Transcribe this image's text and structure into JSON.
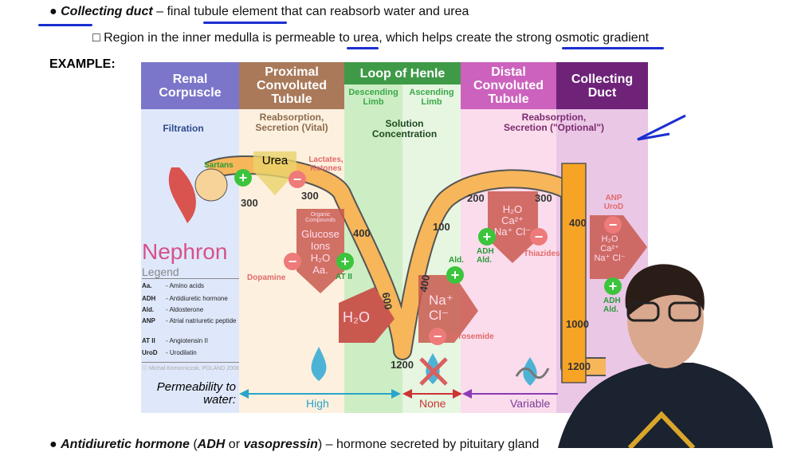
{
  "bullets": {
    "collecting_term": "Collecting duct",
    "collecting_rest": " – final tubule element that can ",
    "collecting_underlined": "reabsorb water and urea",
    "sub_prefix": "□ Region in the inner medulla is permeable ",
    "sub_underlined1": "to urea",
    "sub_mid": ", which helps create the strong ",
    "sub_underlined2": "osmotic gradient",
    "example": "EXAMPLE:",
    "adh_term": "Antidiuretic hormone",
    "adh_paren_open": " (",
    "adh_abbr": "ADH",
    "adh_or": " or ",
    "adh_alt": "vasopressin",
    "adh_rest": ") – hormone secreted by pituitary gland"
  },
  "diagram": {
    "headers": {
      "renal": "Renal Corpuscle",
      "pct": "Proximal Convoluted Tubule",
      "loop": "Loop of Henle",
      "descending": "Descending Limb",
      "ascending": "Ascending Limb",
      "dct": "Distal Convoluted Tubule",
      "cd": "Collecting Duct"
    },
    "functions": {
      "renal": "Filtration",
      "pct": "Reabsorption, Secretion (Vital)",
      "loop": "Solution Concentration",
      "dct_cd": "Reabsorption, Secretion (\"Optional\")"
    },
    "title": "Nephron",
    "legend_title": "Legend",
    "legend": [
      {
        "abbr": "Aa.",
        "desc": "- Amino acids"
      },
      {
        "abbr": "ADH",
        "desc": "- Antidiuretic hormone"
      },
      {
        "abbr": "Ald.",
        "desc": "- Aldosterone"
      },
      {
        "abbr": "ANP",
        "desc": "- Atrial natriuretic peptide"
      },
      {
        "abbr": "AT II",
        "desc": "- Angiotensin II"
      },
      {
        "abbr": "UroD",
        "desc": "- Urodilatin"
      }
    ],
    "credit": "Michał Komorniczak, POLAND 2008",
    "osmolarity": [
      "300",
      "300",
      "400",
      "600",
      "1200",
      "400",
      "100",
      "200",
      "300",
      "400",
      "1000",
      "1200"
    ],
    "substances": {
      "urea": "Urea",
      "organic": "Organic Compounds",
      "glucose": "Glucose",
      "ions": "Ions",
      "h2o": "H₂O",
      "aa": "Aa.",
      "loop_h2o": "H₂O",
      "nacl_na": "Na⁺",
      "nacl_cl": "Cl⁻",
      "dct_list": "H₂O Ca²⁺ Na⁺ Cl⁻",
      "cd_list": "H₂O Ca²⁺ Na⁺ Cl⁻"
    },
    "drugs": {
      "sartans": "Sartans",
      "lactates": "Lactates, Ketones",
      "dopamine": "Dopamine",
      "at2": "AT II",
      "ald": "Ald.",
      "furosemide": "Furosemide",
      "adh_ald": "ADH Ald.",
      "thiazides": "Thiazides",
      "anp": "ANP UroD",
      "cd_adh_ald": "ADH Ald."
    },
    "permeability": {
      "label": "Permeability to water:",
      "high": "High",
      "none": "None",
      "variable": "Variable"
    },
    "colors": {
      "renal": "#7b76c9",
      "pct": "#a9795a",
      "loop": "#3f9a48",
      "dct": "#cc62bd",
      "cd": "#6e2379",
      "tubule": "#f7a325"
    }
  }
}
